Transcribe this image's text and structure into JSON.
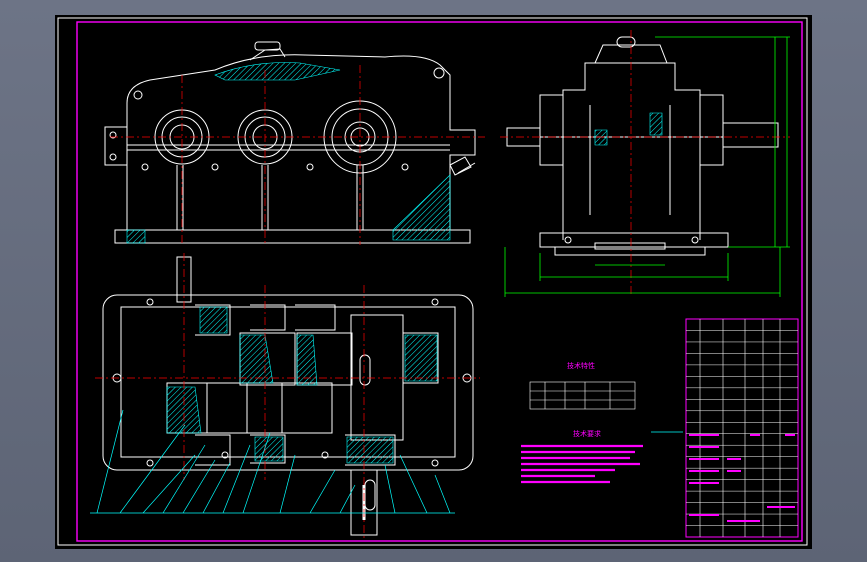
{
  "colors": {
    "background": "#000000",
    "frame": "#ff00ff",
    "outline": "#ffffff",
    "dimension": "#00ff00",
    "centerline": "#ff0000",
    "hatch": "#00ffff",
    "notes": "#ff00ff",
    "leader": "#00ffff"
  },
  "drawing": {
    "views": [
      "front-view",
      "side-view",
      "top-section-view"
    ],
    "technical_requirements_title": "技术要求",
    "table_title": "技术特性"
  },
  "title_block": {
    "rows": 19,
    "columns": 6
  }
}
